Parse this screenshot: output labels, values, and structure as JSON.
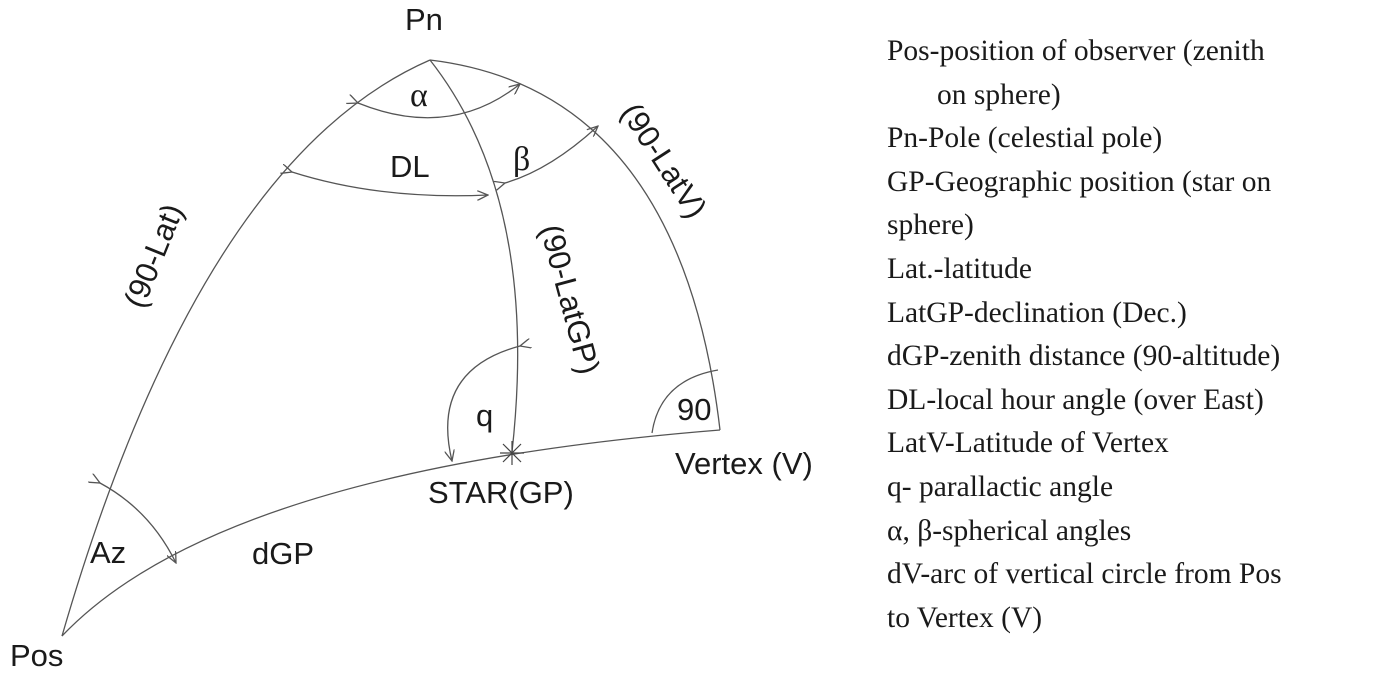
{
  "diagram": {
    "points": {
      "pole": "Pn",
      "observer": "Pos",
      "star": "STAR(GP)",
      "vertex": "Vertex (V)"
    },
    "arcs": {
      "pole_observer": "(90-Lat)",
      "pole_star": "(90-LatGP)",
      "pole_vertex": "(90-LatV)",
      "observer_star": "dGP"
    },
    "angles": {
      "alpha": "α",
      "beta": "β",
      "local_hour": "DL",
      "parallactic": "q",
      "azimuth": "Az",
      "vertex_right": "90"
    }
  },
  "legend": [
    "Pos-position of observer (zenith",
    "on sphere)",
    "Pn-Pole (celestial pole)",
    "GP-Geographic position (star on",
    "sphere)",
    "Lat.-latitude",
    "LatGP-declination (Dec.)",
    "dGP-zenith distance (90-altitude)",
    "DL-local hour angle (over East)",
    "LatV-Latitude of Vertex",
    "q- parallactic angle",
    "α, β-spherical angles",
    "dV-arc of vertical circle from Pos",
    "to Vertex (V)"
  ]
}
